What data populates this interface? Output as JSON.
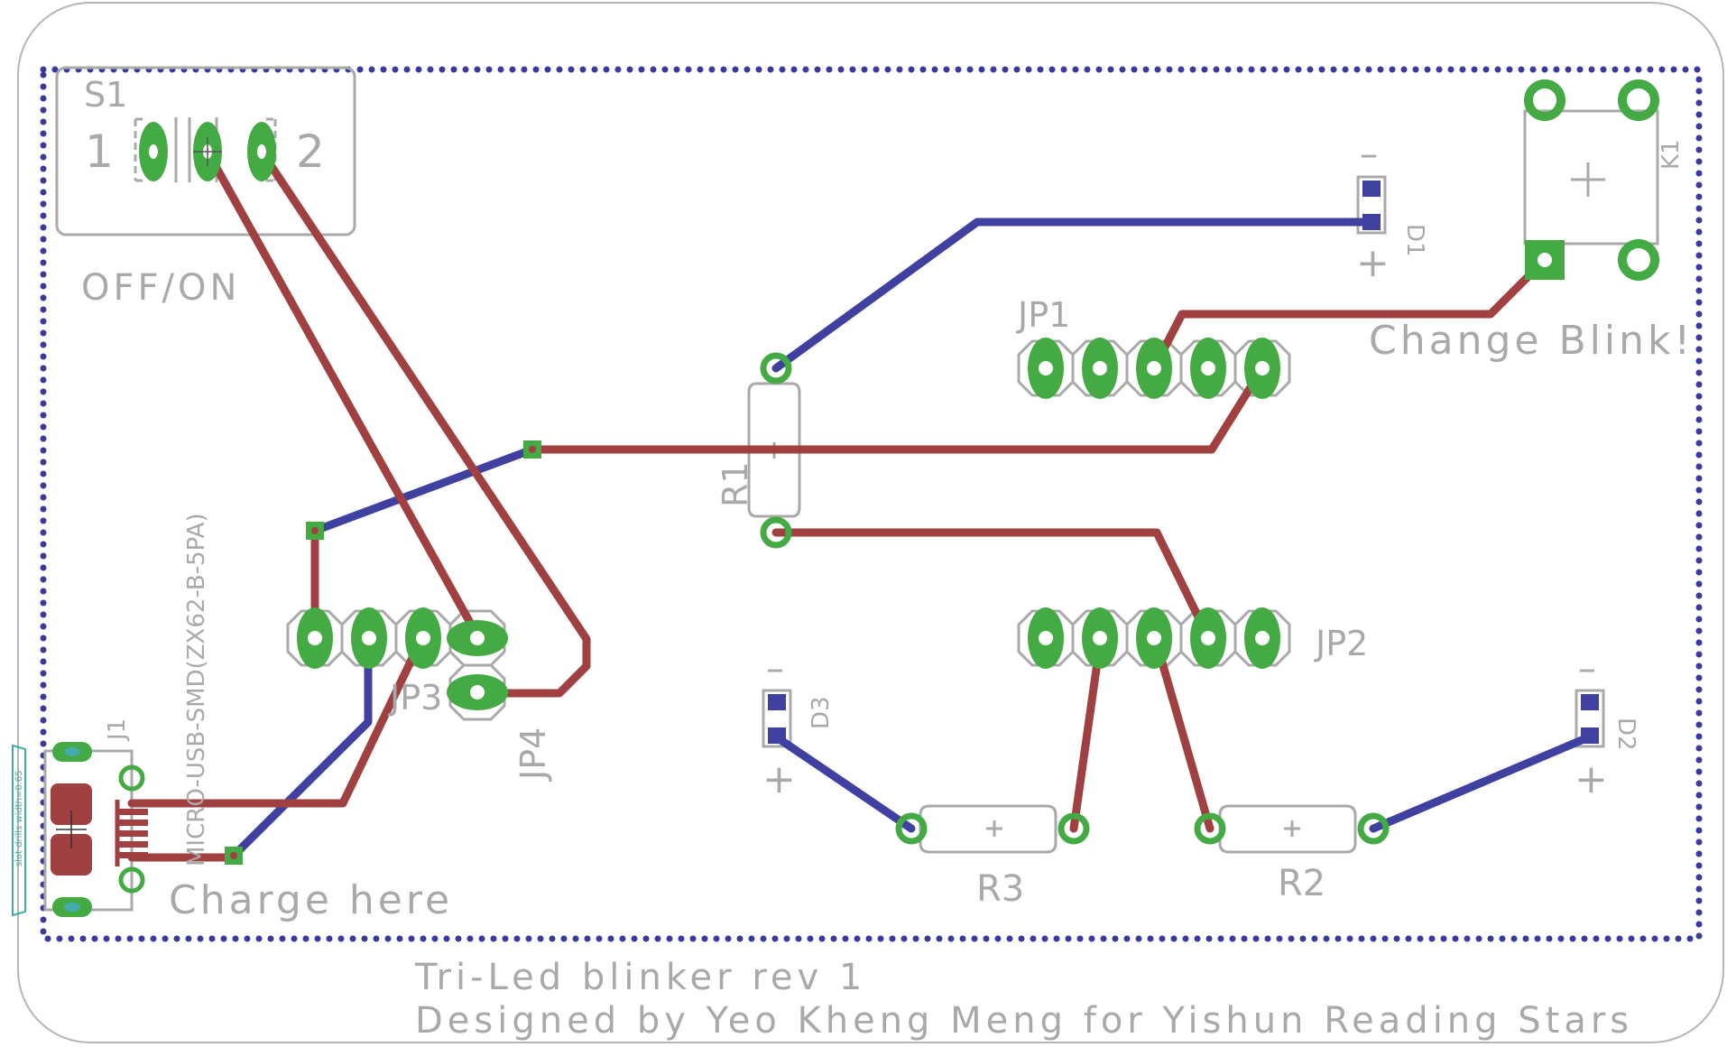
{
  "labels": {
    "s1": "S1",
    "s1_pin1": "1",
    "s1_pin2": "2",
    "off_on": "OFF/ON",
    "d1": "D1",
    "d1_minus": "–",
    "d1_plus": "+",
    "k1": "K1",
    "jp1": "JP1",
    "change_blink": "Change Blink!",
    "r1": "R1",
    "jp2": "JP2",
    "jp3": "JP3",
    "jp4": "JP4",
    "usb_part": "MICRO-USB-SMD(ZX62-B-5PA)",
    "j1": "J1",
    "d3": "D3",
    "d3_minus": "–",
    "d3_plus": "+",
    "d2": "D2",
    "d2_minus": "–",
    "d2_plus": "+",
    "r3": "R3",
    "r2": "R2",
    "charge_here": "Charge here",
    "usb_edge_note": "slot drills width=0.65",
    "title_line1": "Tri-Led blinker rev 1",
    "title_line2": "Designed by Yeo Kheng Meng for Yishun Reading Stars"
  },
  "colors": {
    "top_copper": "#a04040",
    "bottom_copper": "#4040a0",
    "pad": "#44aa44",
    "silkscreen": "#a9a9a9",
    "ground_outline": "#3a3a9a"
  }
}
